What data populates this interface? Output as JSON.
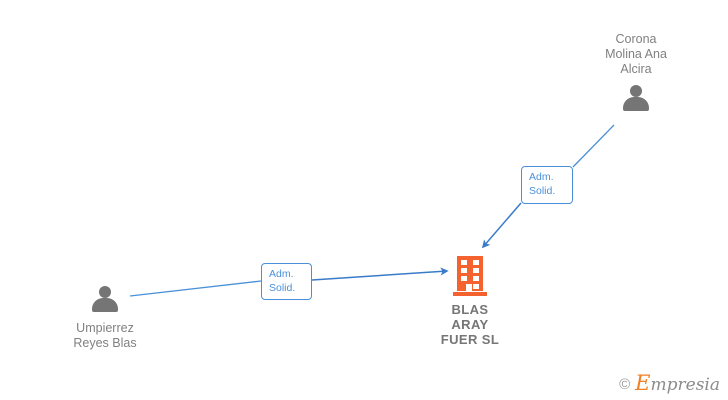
{
  "diagram": {
    "title": "Company relationship graph",
    "background_color": "#ffffff",
    "accent_orange": "#f4622f",
    "accent_blue": "#4a90d9",
    "label_gray": "#808080",
    "nodes": [
      {
        "id": "person-corona",
        "type": "person",
        "icon": "person-icon",
        "label_lines": [
          "Corona",
          "Molina Ana",
          "Alcira"
        ]
      },
      {
        "id": "person-umpierrez",
        "type": "person",
        "icon": "person-icon",
        "label_lines": [
          "Umpierrez",
          "Reyes Blas"
        ]
      },
      {
        "id": "company-blas-aray-fuer",
        "type": "company",
        "icon": "building-icon",
        "label_lines": [
          "BLAS",
          "ARAY",
          "FUER  SL"
        ]
      }
    ],
    "edges": [
      {
        "id": "edge-corona-to-company",
        "from": "person-corona",
        "to": "company-blas-aray-fuer",
        "label_lines": [
          "Adm.",
          "Solid."
        ],
        "color": "#4a90d9"
      },
      {
        "id": "edge-umpierrez-to-company",
        "from": "person-umpierrez",
        "to": "company-blas-aray-fuer",
        "label_lines": [
          "Adm.",
          "Solid."
        ],
        "color": "#4a90d9"
      }
    ]
  },
  "watermark": {
    "copyright": "©",
    "brand_initial": "E",
    "brand_rest": "mpresia"
  }
}
